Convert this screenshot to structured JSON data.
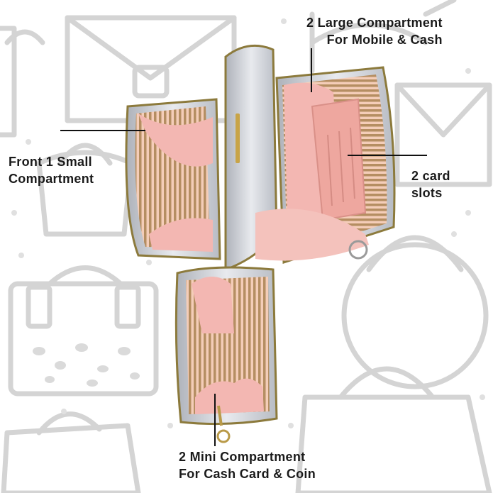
{
  "callouts": {
    "large_compartment": {
      "line1": "2 Large Compartment",
      "line2": "For Mobile & Cash"
    },
    "front_small": {
      "line1": "Front 1 Small",
      "line2": "Compartment"
    },
    "card_slots": {
      "line1": "2 card",
      "line2": "slots"
    },
    "mini_compartment": {
      "line1": "2 Mini Compartment",
      "line2": "For Cash Card & Coin"
    }
  },
  "colors": {
    "background": "#ffffff",
    "doodle": "#d2d2d2",
    "silver": "#c9ccd3",
    "lining_pink": "#f2b8b3",
    "stripe_tan": "#b08a5e",
    "zipper_gold": "#8c7a3c"
  }
}
